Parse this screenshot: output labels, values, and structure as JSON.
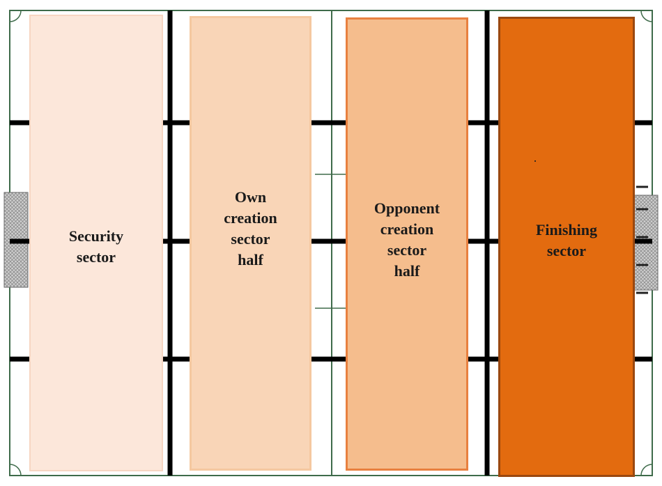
{
  "diagram": {
    "sectors": [
      {
        "id": "security",
        "label": "Security\nsector",
        "color": "#fce7da"
      },
      {
        "id": "own_creation",
        "label": "Own\ncreation\nsector\nhalf",
        "color": "#f9d5b7"
      },
      {
        "id": "opponent_creation",
        "label": "Opponent\ncreation\nsector\nhalf",
        "color": "#f5bd8d"
      },
      {
        "id": "finishing",
        "label": "Finishing\nsector",
        "color": "#e36b0f"
      }
    ],
    "pitch_line_color": "#3e6b4a",
    "divider_color": "#000000"
  }
}
